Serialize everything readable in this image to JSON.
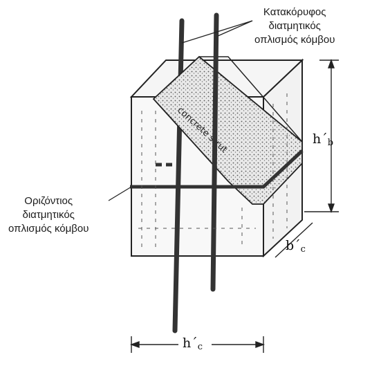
{
  "labels": {
    "vertical_reinforcement": [
      "Κατακόρυφος",
      "διατμητικός",
      "οπλισμός κόμβου"
    ],
    "horizontal_reinforcement": [
      "Οριζόντιος",
      "διατμητικός",
      "οπλισμός κόμβου"
    ],
    "strut": "concrete strut"
  },
  "dimensions": {
    "h_b": {
      "main": "h΄",
      "sub": "b"
    },
    "b_c": {
      "main": "b΄",
      "sub": "c"
    },
    "h_c": {
      "main": "h΄",
      "sub": "c"
    }
  }
}
